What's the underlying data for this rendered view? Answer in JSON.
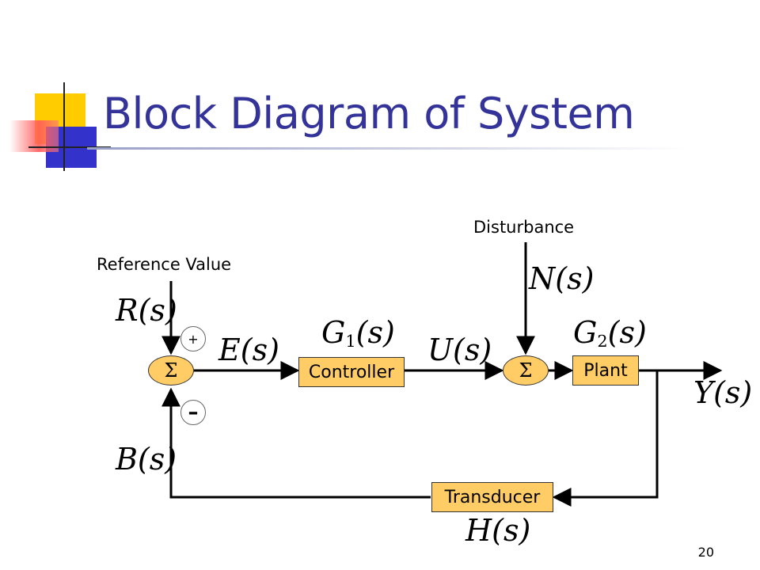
{
  "slide": {
    "title": "Block Diagram of System",
    "page_number": "20",
    "accent_color": "#333399",
    "block_fill_color": "#FFCC66"
  },
  "diagram": {
    "labels": {
      "reference_value": "Reference Value",
      "disturbance": "Disturbance"
    },
    "blocks": {
      "controller": "Controller",
      "plant": "Plant",
      "transducer": "Transducer"
    },
    "summing_junction_symbol": "Σ",
    "signs": {
      "plus": "+",
      "minus": "–"
    },
    "signals": {
      "R": "R(s)",
      "E": "E(s)",
      "U": "U(s)",
      "N": "N(s)",
      "Y": "Y(s)",
      "B": "B(s)"
    },
    "transfer_functions": {
      "G1": {
        "base": "G",
        "sub": "1",
        "rest": "(s)"
      },
      "G2": {
        "base": "G",
        "sub": "2",
        "rest": "(s)"
      },
      "H": "H(s)"
    }
  }
}
